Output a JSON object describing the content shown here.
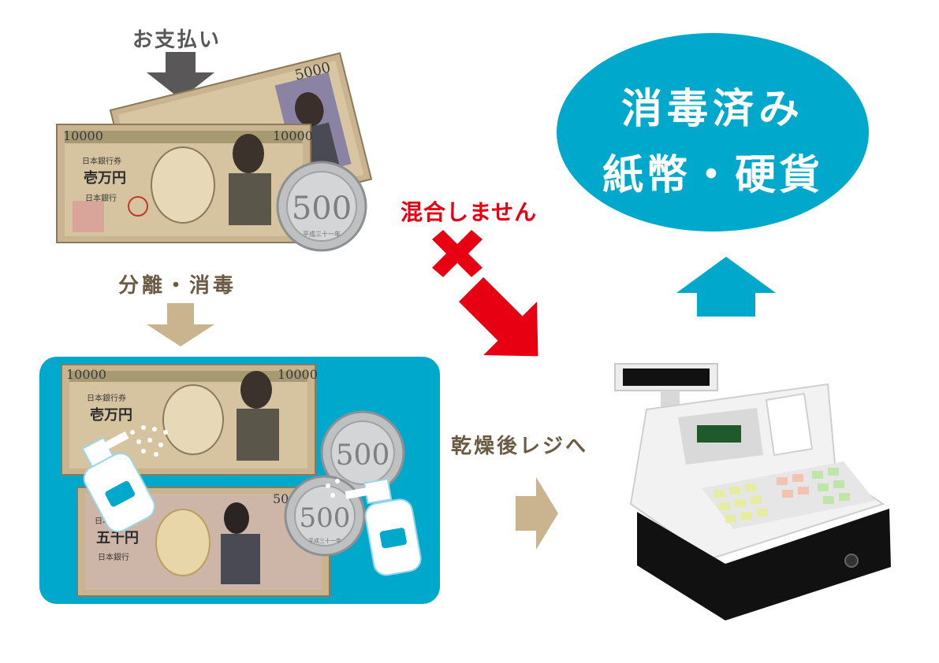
{
  "labels": {
    "payment": "お支払い",
    "separate_disinfect": "分離・消毒",
    "no_mixing": "混合しません",
    "dry_to_register": "乾燥後レジへ"
  },
  "result_bubble": {
    "line1": "消毒済み",
    "line2": "紙幣・硬貨"
  },
  "banknotes": {
    "ten_thousand": {
      "denomination": "10000",
      "bank_name": "日本銀行券",
      "amount_kanji": "壱万円",
      "issuer": "日本銀行"
    },
    "five_thousand": {
      "denomination": "5000",
      "bank_name": "日本銀行券",
      "amount_kanji": "五千円",
      "issuer": "日本銀行"
    }
  },
  "coin": {
    "value": "500",
    "era_text": "平成三十一年"
  },
  "colors": {
    "accent_blue": "#00a9cc",
    "forbidden_red": "#e60012",
    "arrow_dark": "#595757",
    "arrow_beige": "#c9b48f",
    "label_brown": "#6b5b43"
  },
  "icons": [
    "down-arrow-icon",
    "cross-icon",
    "right-arrow-icon",
    "up-arrow-icon",
    "spray-bottle-icon",
    "cash-register-icon",
    "coin-icon",
    "banknote-icon"
  ]
}
